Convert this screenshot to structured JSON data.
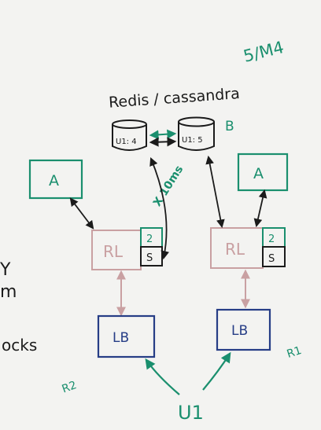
{
  "header": {
    "title": "Redis / cassandra",
    "note": "5/M4"
  },
  "db": {
    "left_label": "U1: 4",
    "right_label": "U1: 5",
    "right_tag": "B",
    "arrow_note": "X 10ms"
  },
  "left": {
    "app": "A",
    "rl": "RL",
    "counter_top": "2",
    "counter_bottom": "S",
    "lb": "LB",
    "region": "R2"
  },
  "right": {
    "app": "A",
    "rl": "RL",
    "counter_top": "2",
    "counter_bottom": "S",
    "lb": "LB",
    "region": "R1"
  },
  "user": {
    "label": "U1"
  },
  "edge_text": {
    "line1": "Y",
    "line2": "m",
    "line3": "ocks"
  },
  "colors": {
    "green": "#1a8f6e",
    "navy": "#263d86",
    "pink": "#c9a0a2",
    "black": "#1b1b1b"
  }
}
